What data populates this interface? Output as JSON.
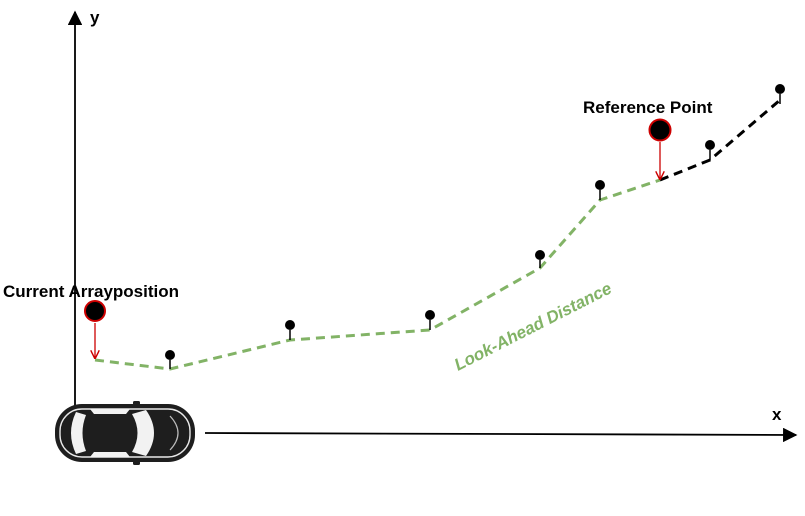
{
  "axes": {
    "x_label": "x",
    "y_label": "y"
  },
  "labels": {
    "current_position": "Current Arrayposition",
    "reference_point": "Reference Point",
    "look_ahead": "Look-Ahead Distance"
  },
  "colors": {
    "path_green": "#82b366",
    "path_black": "#000000",
    "arrow_red": "#cc0000",
    "marker_fill_red": "#cc0000",
    "marker_fill_black": "#000000"
  },
  "icons": {
    "vehicle": "car-icon",
    "waypoint": "map-pin-icon"
  }
}
